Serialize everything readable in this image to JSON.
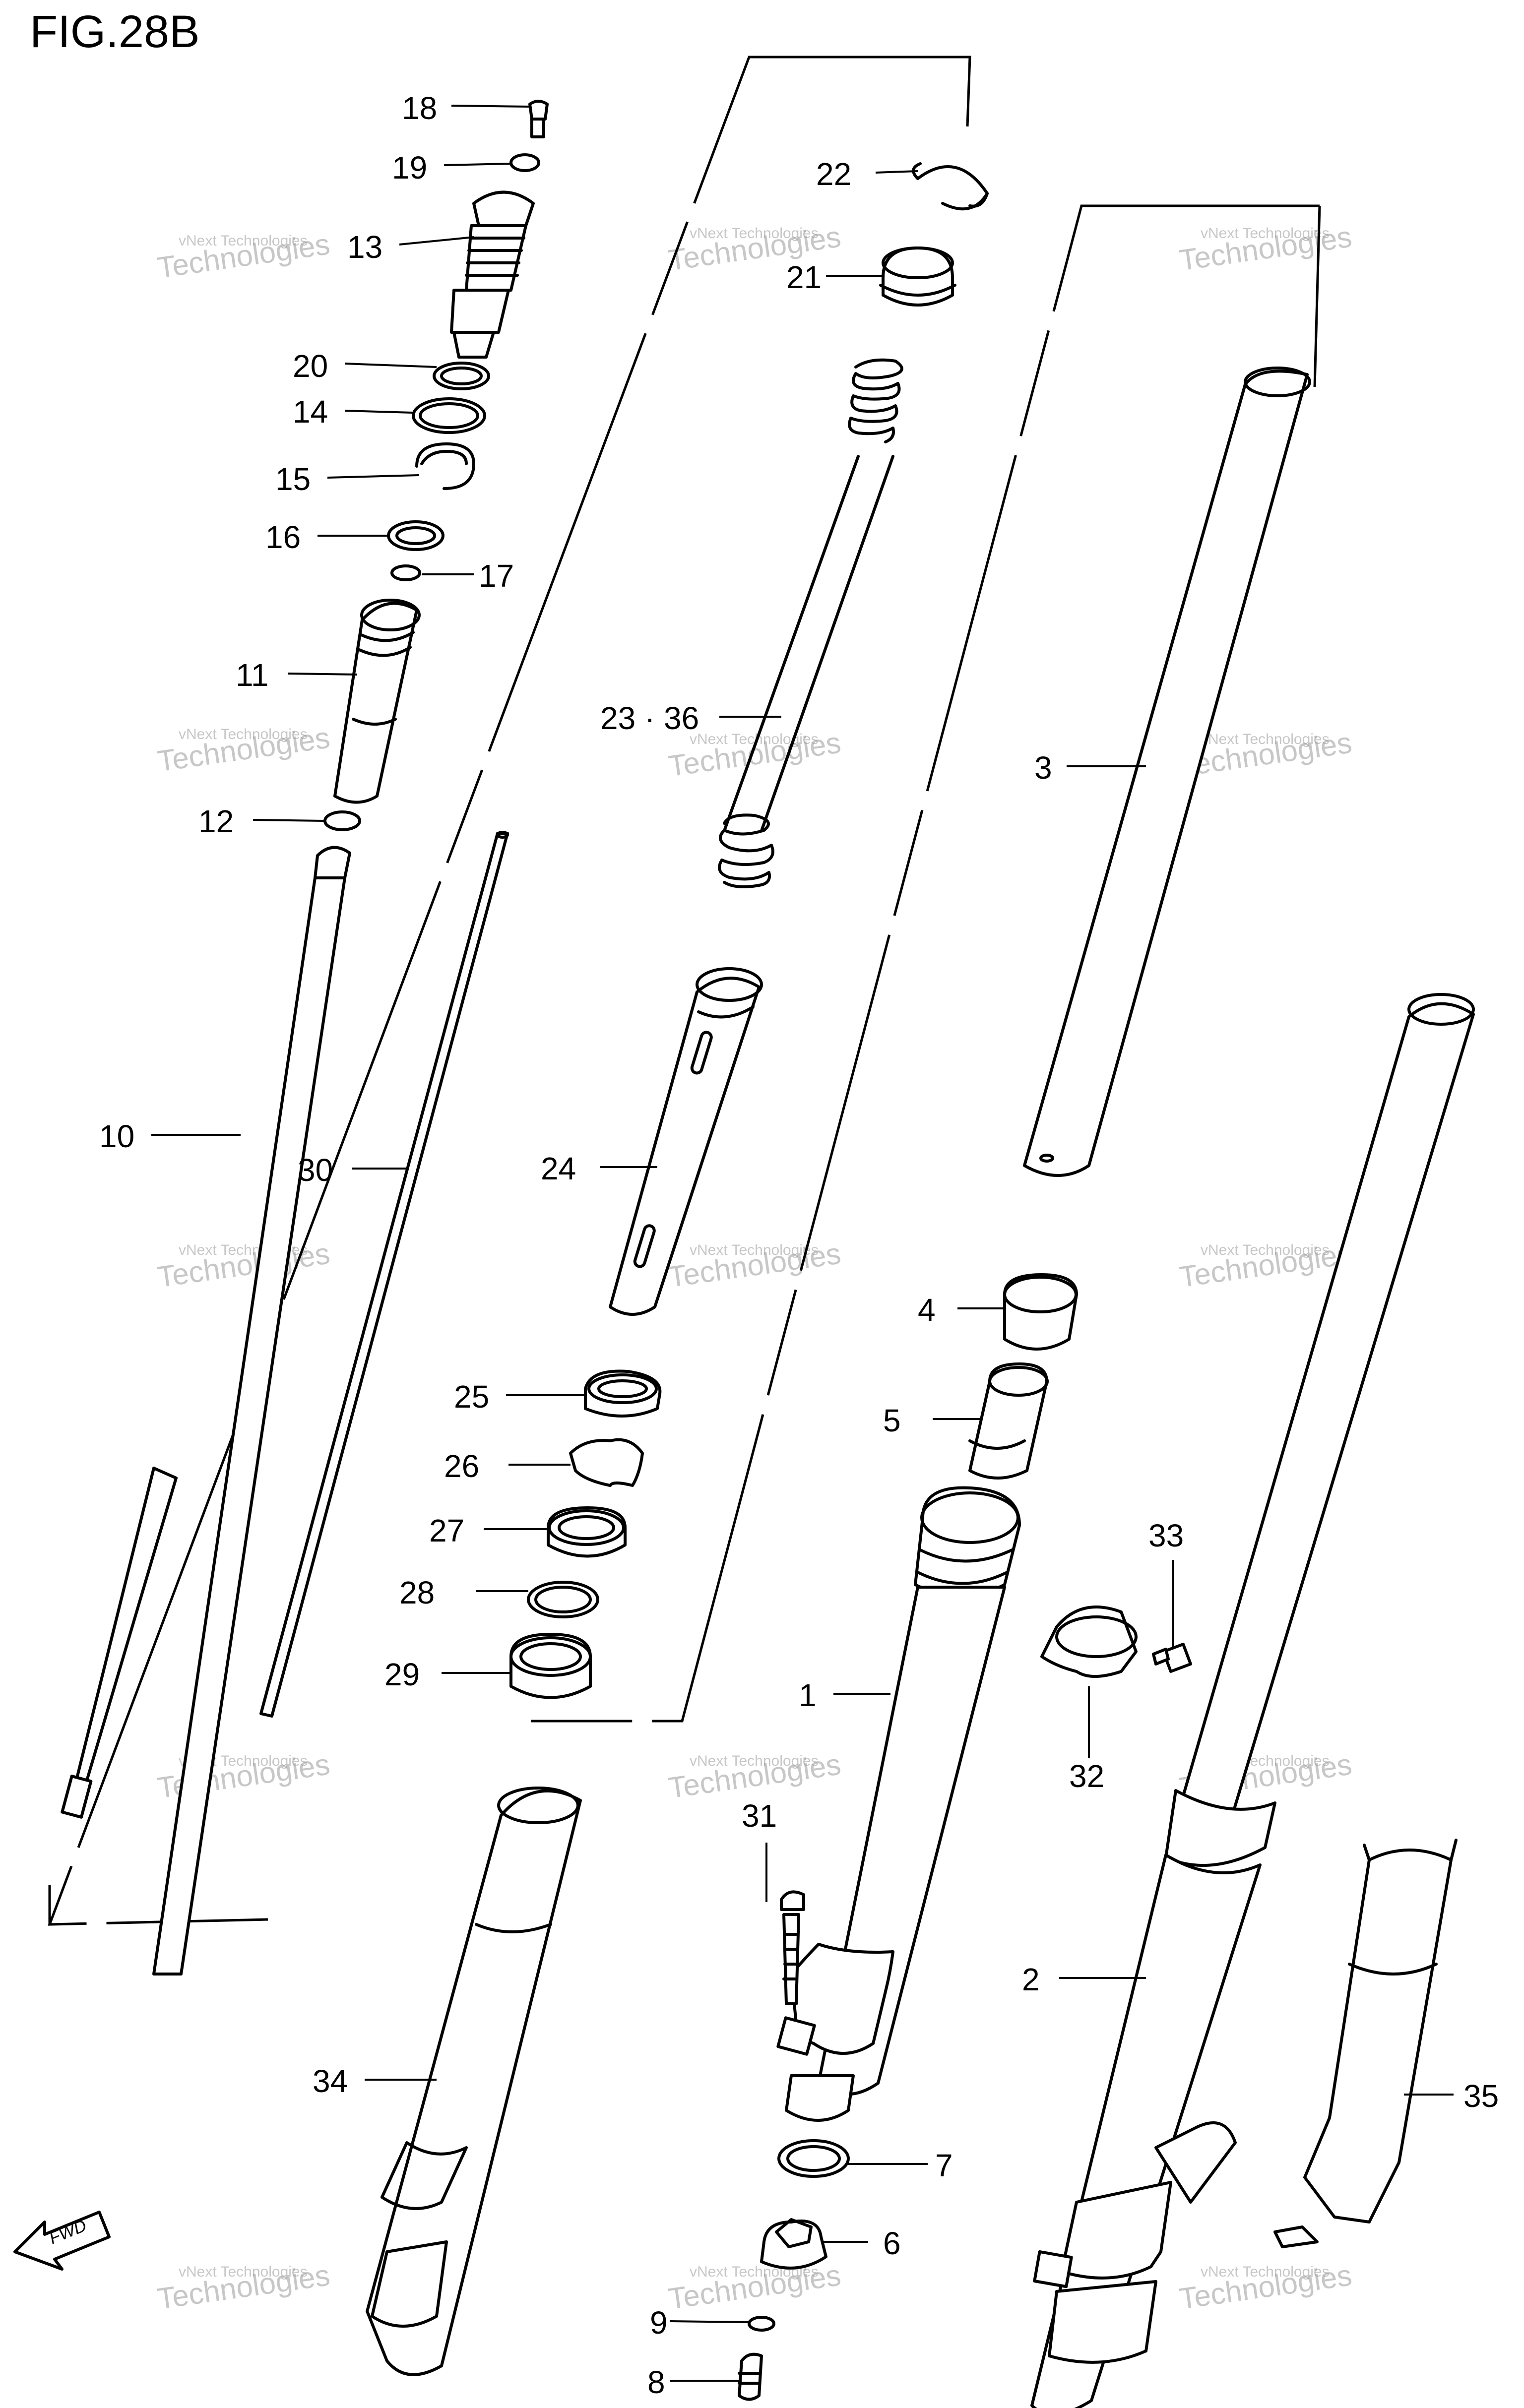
{
  "figure": {
    "title": "FIG.28B",
    "fwd_label": "FWD",
    "watermark_line1": "vNext Technologies",
    "watermark_line2": "Technologies"
  },
  "callouts": [
    {
      "id": "18",
      "text": "18"
    },
    {
      "id": "19",
      "text": "19"
    },
    {
      "id": "13",
      "text": "13"
    },
    {
      "id": "20",
      "text": "20"
    },
    {
      "id": "14",
      "text": "14"
    },
    {
      "id": "15",
      "text": "15"
    },
    {
      "id": "16",
      "text": "16"
    },
    {
      "id": "17",
      "text": "17"
    },
    {
      "id": "11",
      "text": "11"
    },
    {
      "id": "12",
      "text": "12"
    },
    {
      "id": "10",
      "text": "10"
    },
    {
      "id": "30",
      "text": "30"
    },
    {
      "id": "22",
      "text": "22"
    },
    {
      "id": "21",
      "text": "21"
    },
    {
      "id": "23_36",
      "text": "23 · 36"
    },
    {
      "id": "24",
      "text": "24"
    },
    {
      "id": "25",
      "text": "25"
    },
    {
      "id": "26",
      "text": "26"
    },
    {
      "id": "27",
      "text": "27"
    },
    {
      "id": "28",
      "text": "28"
    },
    {
      "id": "29",
      "text": "29"
    },
    {
      "id": "3",
      "text": "3"
    },
    {
      "id": "4",
      "text": "4"
    },
    {
      "id": "5",
      "text": "5"
    },
    {
      "id": "33",
      "text": "33"
    },
    {
      "id": "32",
      "text": "32"
    },
    {
      "id": "1",
      "text": "1"
    },
    {
      "id": "31",
      "text": "31"
    },
    {
      "id": "2",
      "text": "2"
    },
    {
      "id": "34",
      "text": "34"
    },
    {
      "id": "35",
      "text": "35"
    },
    {
      "id": "7",
      "text": "7"
    },
    {
      "id": "6",
      "text": "6"
    },
    {
      "id": "9",
      "text": "9"
    },
    {
      "id": "8",
      "text": "8"
    }
  ]
}
